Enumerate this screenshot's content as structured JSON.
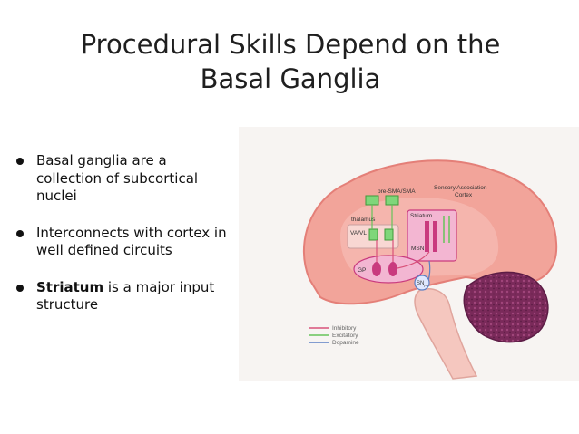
{
  "slide": {
    "title_line1": "Procedural Skills Depend on the",
    "title_line2": "Basal Ganglia",
    "bullets": [
      {
        "text": "Basal ganglia are a collection of subcortical nuclei"
      },
      {
        "text": "Interconnects with cortex in well defined circuits"
      },
      {
        "bold": "Striatum",
        "text": " is a major input structure"
      }
    ]
  },
  "diagram": {
    "labels": {
      "pre_sma": "pre-SMA/SMA",
      "sensory_line1": "Sensory Association",
      "sensory_line2": "Cortex",
      "thalamus": "thalamus",
      "vavl": "VA/VL",
      "striatum": "Striatum",
      "msn": "MSN",
      "gp": "GP",
      "snpc": "SN",
      "snpc_sub": "pc"
    },
    "legend": [
      {
        "label": "Inhibitory",
        "color": "#d9527a"
      },
      {
        "label": "Excitatory",
        "color": "#66c35a"
      },
      {
        "label": "Dopamine",
        "color": "#5b7fc4"
      }
    ],
    "colors": {
      "cortex": "#f2a49a",
      "cortex_edge": "#e47f78",
      "inner": "#f6c1ba",
      "green_box": "#7fd67a",
      "pink_region": "#f3b6d2",
      "magenta": "#c93a7e",
      "cerebellum": "#7a2a5a",
      "brainstem": "#f5c7bf"
    }
  }
}
